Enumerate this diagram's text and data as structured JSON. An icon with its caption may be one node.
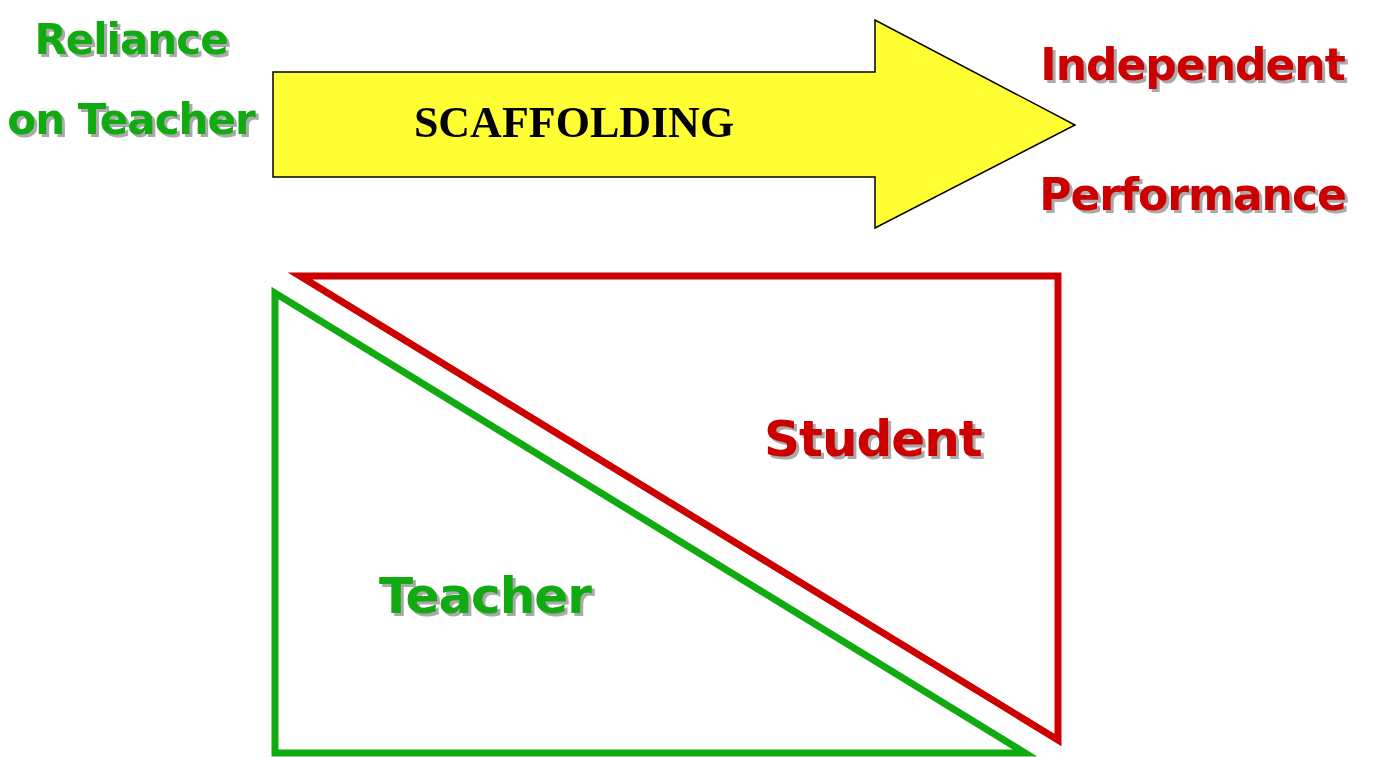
{
  "diagram": {
    "nodes": [
      {
        "text": [
          "Reliance on Teacher"
        ]
      },
      {
        "text": [
          "SCAFFOLDING"
        ]
      },
      {
        "text": [
          "Independent Performance"
        ]
      },
      {
        "text": [
          "Student"
        ]
      },
      {
        "text": [
          "Teacher"
        ]
      }
    ]
  }
}
